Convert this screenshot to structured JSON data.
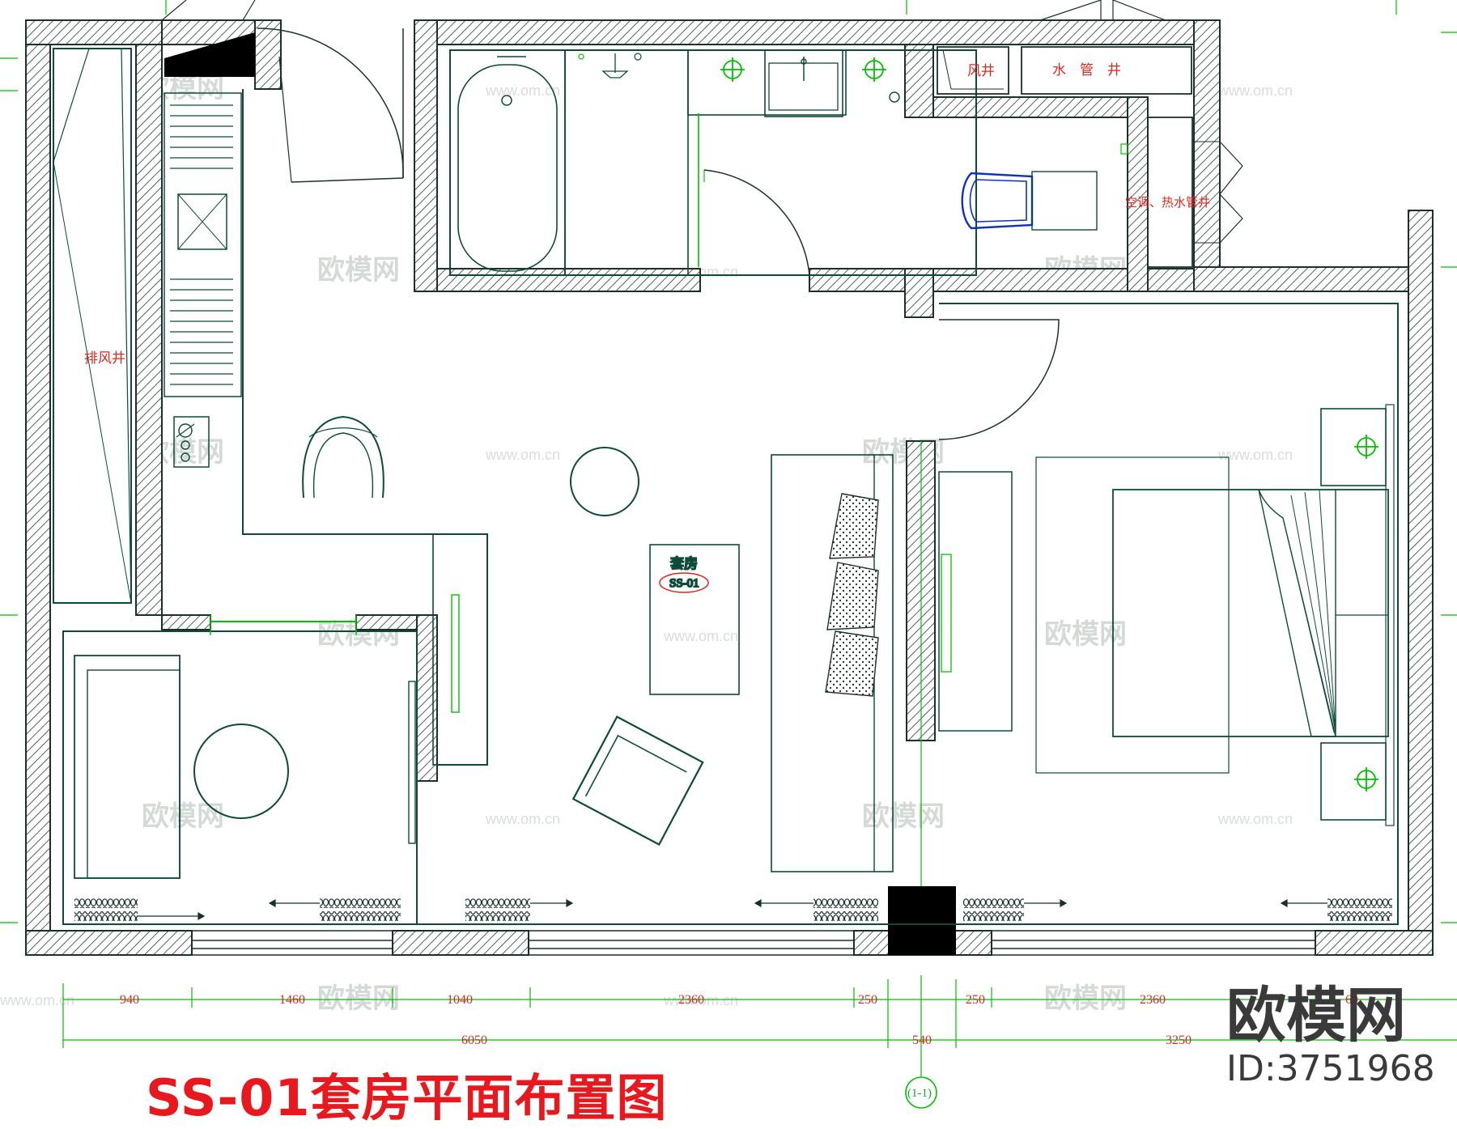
{
  "title": "SS-01套房平面布置图",
  "room_tag": {
    "name": "套房",
    "code": "SS-01"
  },
  "labels": {
    "exhaust_shaft": "排风井",
    "air_shaft": "风井",
    "water_shaft": "水　管　井",
    "ac_shaft": "空调、热水管井"
  },
  "dimensions": {
    "row1": [
      "940",
      "1460",
      "1040",
      "2360",
      "250",
      "250",
      "2360",
      "60"
    ],
    "row2": [
      "6050",
      "540",
      "3250"
    ]
  },
  "axis_label": "(1-1)",
  "watermark": {
    "logo": "欧模网",
    "id": "ID:3751968",
    "faint": "欧模网",
    "url": "www.om.cn"
  },
  "colors": {
    "wall": "#1b2f2c",
    "line": "#0d4a3a",
    "green": "#00c000",
    "red": "#e0271e",
    "blue": "#1030c0"
  }
}
